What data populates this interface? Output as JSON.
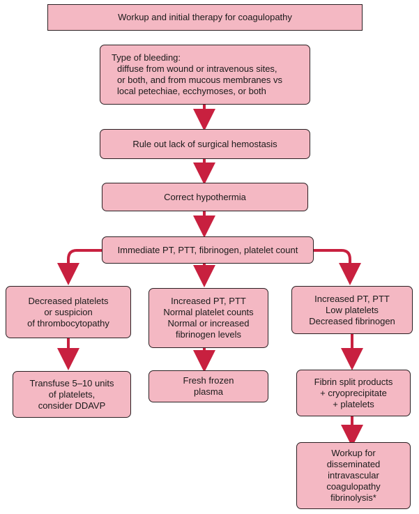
{
  "colors": {
    "box_fill": "#f4b8c3",
    "box_border": "#2a1f22",
    "arrow": "#c8203f"
  },
  "title": "Workup and initial therapy for coagulopathy",
  "bleeding_type": {
    "heading": "Type of bleeding:",
    "lines": [
      "diffuse from wound or intravenous sites,",
      "or both, and from mucous membranes vs",
      "local petechiae, ecchymoses, or both"
    ]
  },
  "surgical_hemostasis": "Rule out lack of surgical hemostasis",
  "hypothermia": "Correct hypothermia",
  "labs": "Immediate PT, PTT, fibrinogen, platelet count",
  "left": {
    "finding": [
      "Decreased platelets",
      "or suspicion",
      "of thrombocytopathy"
    ],
    "treatment": [
      "Transfuse 5–10 units",
      "of platelets,",
      "consider DDAVP"
    ]
  },
  "middle": {
    "finding": [
      "Increased PT, PTT",
      "Normal platelet counts",
      "Normal or increased",
      "fibrinogen levels"
    ],
    "treatment": [
      "Fresh frozen",
      "plasma"
    ]
  },
  "right": {
    "finding": [
      "Increased PT, PTT",
      "Low platelets",
      "Decreased fibrinogen"
    ],
    "treatment": [
      "Fibrin split products",
      "+ cryoprecipitate",
      "+ platelets"
    ],
    "workup": [
      "Workup for",
      "disseminated",
      "intravascular",
      "coagulopathy",
      "fibrinolysis*"
    ]
  }
}
